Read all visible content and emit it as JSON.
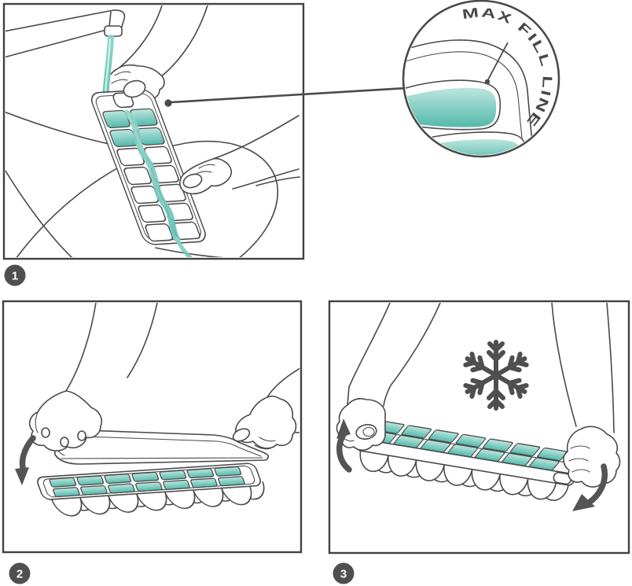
{
  "diagram": {
    "subject": "ice-cube-tray-usage-steps",
    "callout": {
      "label": "MAX FILL LINE"
    },
    "steps": [
      {
        "number": "1"
      },
      {
        "number": "2"
      },
      {
        "number": "3"
      }
    ],
    "colors": {
      "line": "#4a4a4a",
      "teal": "#55b9ab",
      "teal_light": "#bce6df",
      "badge": "#4f4f4f",
      "arrow": "#545454"
    }
  }
}
